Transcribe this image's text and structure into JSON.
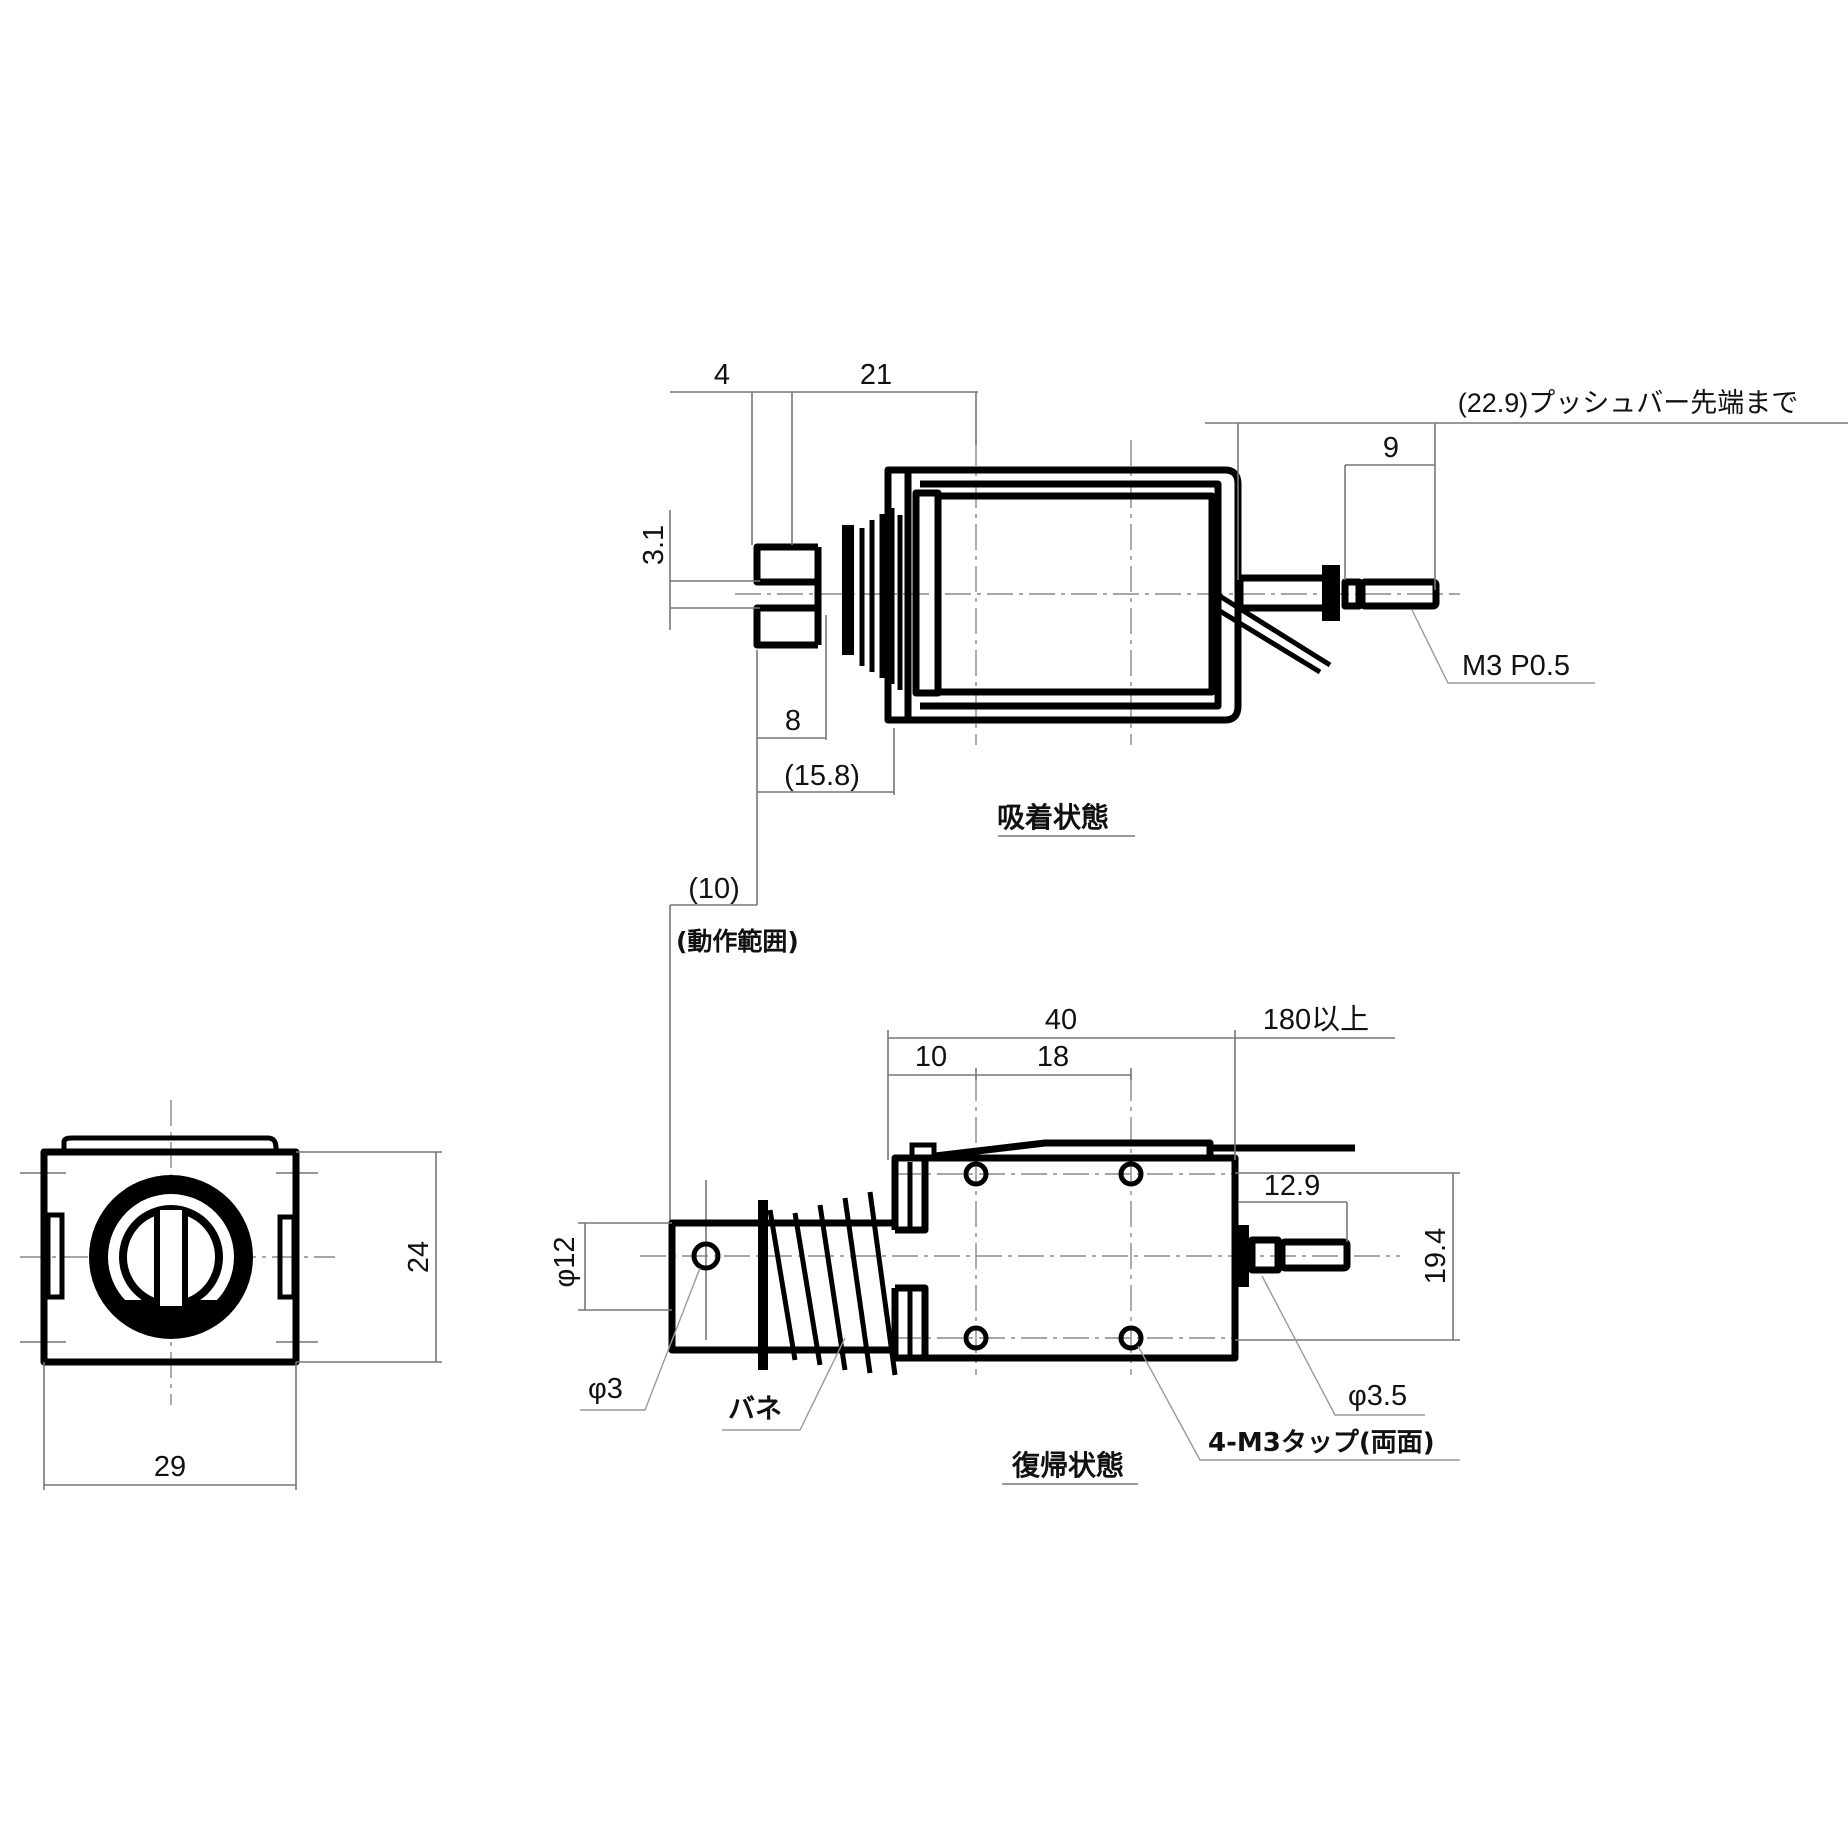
{
  "drawing": {
    "views": {
      "energized": {
        "title": "吸着状態",
        "dimensions": {
          "stroke_offset": "4",
          "core_to_hole": "21",
          "slot_width": "3.1",
          "clevis_length": "8",
          "clevis_to_frame": "(15.8)",
          "pushbar_to_tip": "(22.9)プッシュバー先端まで",
          "pushbar_thread_len": "9",
          "thread_spec": "M3 P0.5"
        }
      },
      "stroke": {
        "value": "(10)",
        "caption": "(動作範囲)"
      },
      "return": {
        "title": "復帰状態",
        "dimensions": {
          "body_length": "40",
          "hole_offset": "10",
          "hole_pitch": "18",
          "lead_length": "180以上",
          "plunger_diameter": "φ12",
          "clevis_hole": "φ3",
          "spring_label": "バネ",
          "pushbar_length": "12.9",
          "hole_vertical_pitch": "19.4",
          "pushbar_diameter": "φ3.5",
          "tap_spec": "4-M3タップ(両面)"
        }
      },
      "end": {
        "dimensions": {
          "height": "24",
          "width": "29"
        }
      }
    }
  }
}
